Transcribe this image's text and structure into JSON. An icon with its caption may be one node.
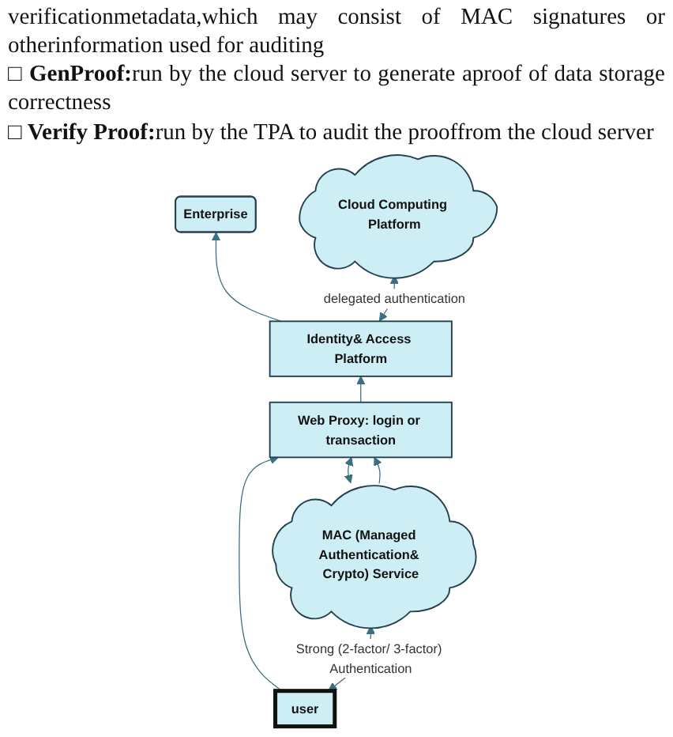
{
  "diagram": {
    "nodes": [
      {
        "text": [
          "Enterprise"
        ]
      },
      {
        "text": [
          "Identity& Access Platform"
        ]
      },
      {
        "text": [
          "Cloud Computing Platform"
        ]
      },
      {
        "text": [
          "Web Proxy: login or transaction"
        ]
      },
      {
        "text": [
          "user"
        ]
      },
      {
        "text": [
          "MAC (Managed Authentication& Crypto) Service"
        ]
      }
    ],
    "edges": [
      {
        "from": 1,
        "to": 0,
        "arrow": "to"
      },
      {
        "from": 1,
        "to": 2,
        "arrow": "both",
        "label": "delegated authentication"
      },
      {
        "from": 3,
        "to": 1,
        "arrow": "to"
      },
      {
        "from": 4,
        "to": 3,
        "arrow": "to"
      },
      {
        "from": 5,
        "to": 3,
        "arrow": "both"
      },
      {
        "from": 5,
        "to": 3,
        "arrow": "to"
      },
      {
        "from": 4,
        "to": 5,
        "arrow": "both",
        "label": "Strong (2-factor/ 3-factor) Authentication"
      }
    ],
    "labels": [
      "verificationmetadata,which may consist of MAC signatures or otherinformation used for auditing",
      "□ **GenProof:**run by the cloud server to generate aproof of data storage correctness",
      "□ **Verify Proof:**run by the TPA to audit the prooffrom the cloud server"
    ]
  }
}
